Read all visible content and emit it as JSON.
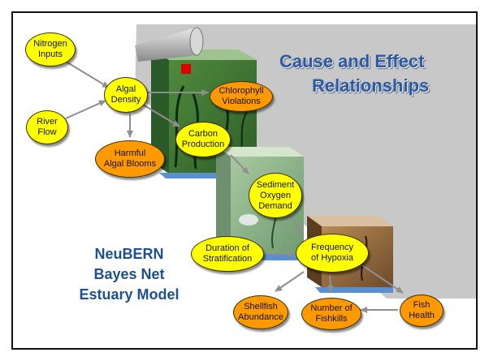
{
  "title": {
    "line1": "Cause and Effect",
    "line2": "Relationships"
  },
  "model_label": {
    "line1": "NeuBERN",
    "line2": "Bayes Net",
    "line3": "Estuary Model"
  },
  "colors": {
    "input_node": "#ffff00",
    "outcome_node": "#ff9900",
    "title": "#2e5aa3",
    "model_label": "#1d4f91"
  },
  "nodes": [
    {
      "id": "nitrogen-inputs",
      "line1": "Nitrogen",
      "line2": "Inputs",
      "type": "input"
    },
    {
      "id": "algal-density",
      "line1": "Algal",
      "line2": "Density",
      "type": "input"
    },
    {
      "id": "river-flow",
      "line1": "River",
      "line2": "Flow",
      "type": "input"
    },
    {
      "id": "chlorophyll-violations",
      "line1": "Chlorophyll",
      "line2": "Violations",
      "type": "outcome"
    },
    {
      "id": "carbon-production",
      "line1": "Carbon",
      "line2": "Production",
      "type": "input"
    },
    {
      "id": "harmful-algal-blooms",
      "line1": "Harmful",
      "line2": "Algal Blooms",
      "type": "outcome"
    },
    {
      "id": "sediment-oxygen-demand",
      "line1": "Sediment",
      "line2": "Oxygen",
      "line3": "Demand",
      "type": "input"
    },
    {
      "id": "duration-of-stratification",
      "line1": "Duration of",
      "line2": "Stratification",
      "type": "input"
    },
    {
      "id": "frequency-of-hypoxia",
      "line1": "Frequency",
      "line2": "of Hypoxia",
      "type": "input"
    },
    {
      "id": "shellfish-abundance",
      "line1": "Shellfish",
      "line2": "Abundance",
      "type": "outcome"
    },
    {
      "id": "number-of-fishkills",
      "line1": "Number of",
      "line2": "Fishkills",
      "type": "outcome"
    },
    {
      "id": "fish-health",
      "line1": "Fish",
      "line2": "Health",
      "type": "outcome"
    }
  ]
}
